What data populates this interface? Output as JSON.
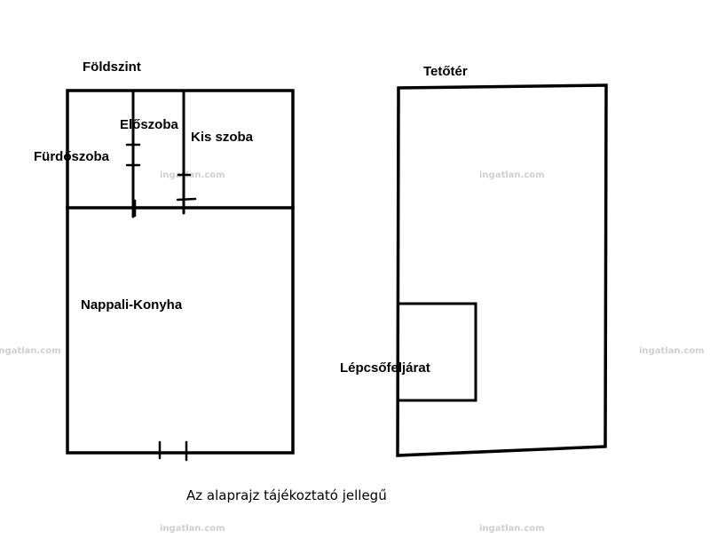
{
  "ground_floor": {
    "title": "Földszint",
    "rooms": {
      "bathroom": "Fürdőszoba",
      "hall": "Előszoba",
      "small_room": "Kis szoba",
      "living_kitchen": "Nappali-Konyha"
    }
  },
  "attic": {
    "title": "Tetőtér",
    "rooms": {
      "stairs": "Lépcsőfeljárat"
    }
  },
  "caption": "Az alaprajz tájékoztató jellegű",
  "watermark": "ingatlan.com"
}
